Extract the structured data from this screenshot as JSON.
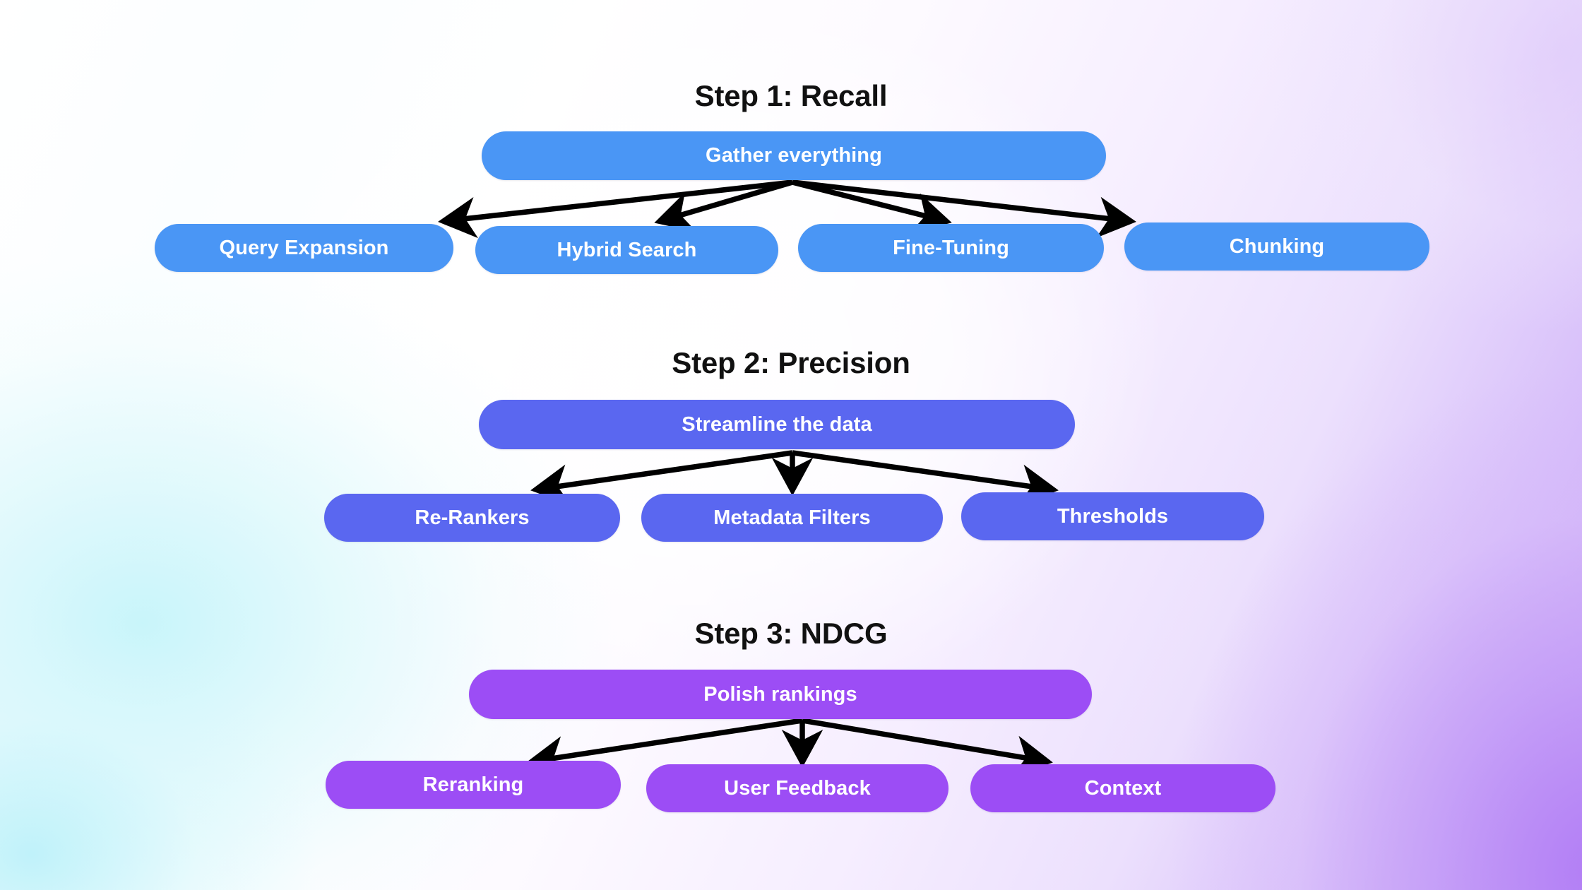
{
  "background": {
    "cyan": "#c4f4fa",
    "violet": "#b07af5",
    "white": "#ffffff"
  },
  "colors": {
    "step1": "#4a96f5",
    "step2": "#5a67f0",
    "step3": "#9c4df5",
    "arrow": "#000000",
    "title": "#111111",
    "node_text": "#ffffff"
  },
  "steps": [
    {
      "id": "step-1",
      "title": "Step 1: Recall",
      "accent": "#4a96f5",
      "root": {
        "label": "Gather everything"
      },
      "children": [
        {
          "label": "Query Expansion"
        },
        {
          "label": "Hybrid Search"
        },
        {
          "label": "Fine-Tuning"
        },
        {
          "label": "Chunking"
        }
      ]
    },
    {
      "id": "step-2",
      "title": "Step 2: Precision",
      "accent": "#5a67f0",
      "root": {
        "label": "Streamline the data"
      },
      "children": [
        {
          "label": "Re-Rankers"
        },
        {
          "label": "Metadata Filters"
        },
        {
          "label": "Thresholds"
        }
      ]
    },
    {
      "id": "step-3",
      "title": "Step 3: NDCG",
      "accent": "#9c4df5",
      "root": {
        "label": "Polish rankings"
      },
      "children": [
        {
          "label": "Reranking"
        },
        {
          "label": "User Feedback"
        },
        {
          "label": "Context"
        }
      ]
    }
  ]
}
